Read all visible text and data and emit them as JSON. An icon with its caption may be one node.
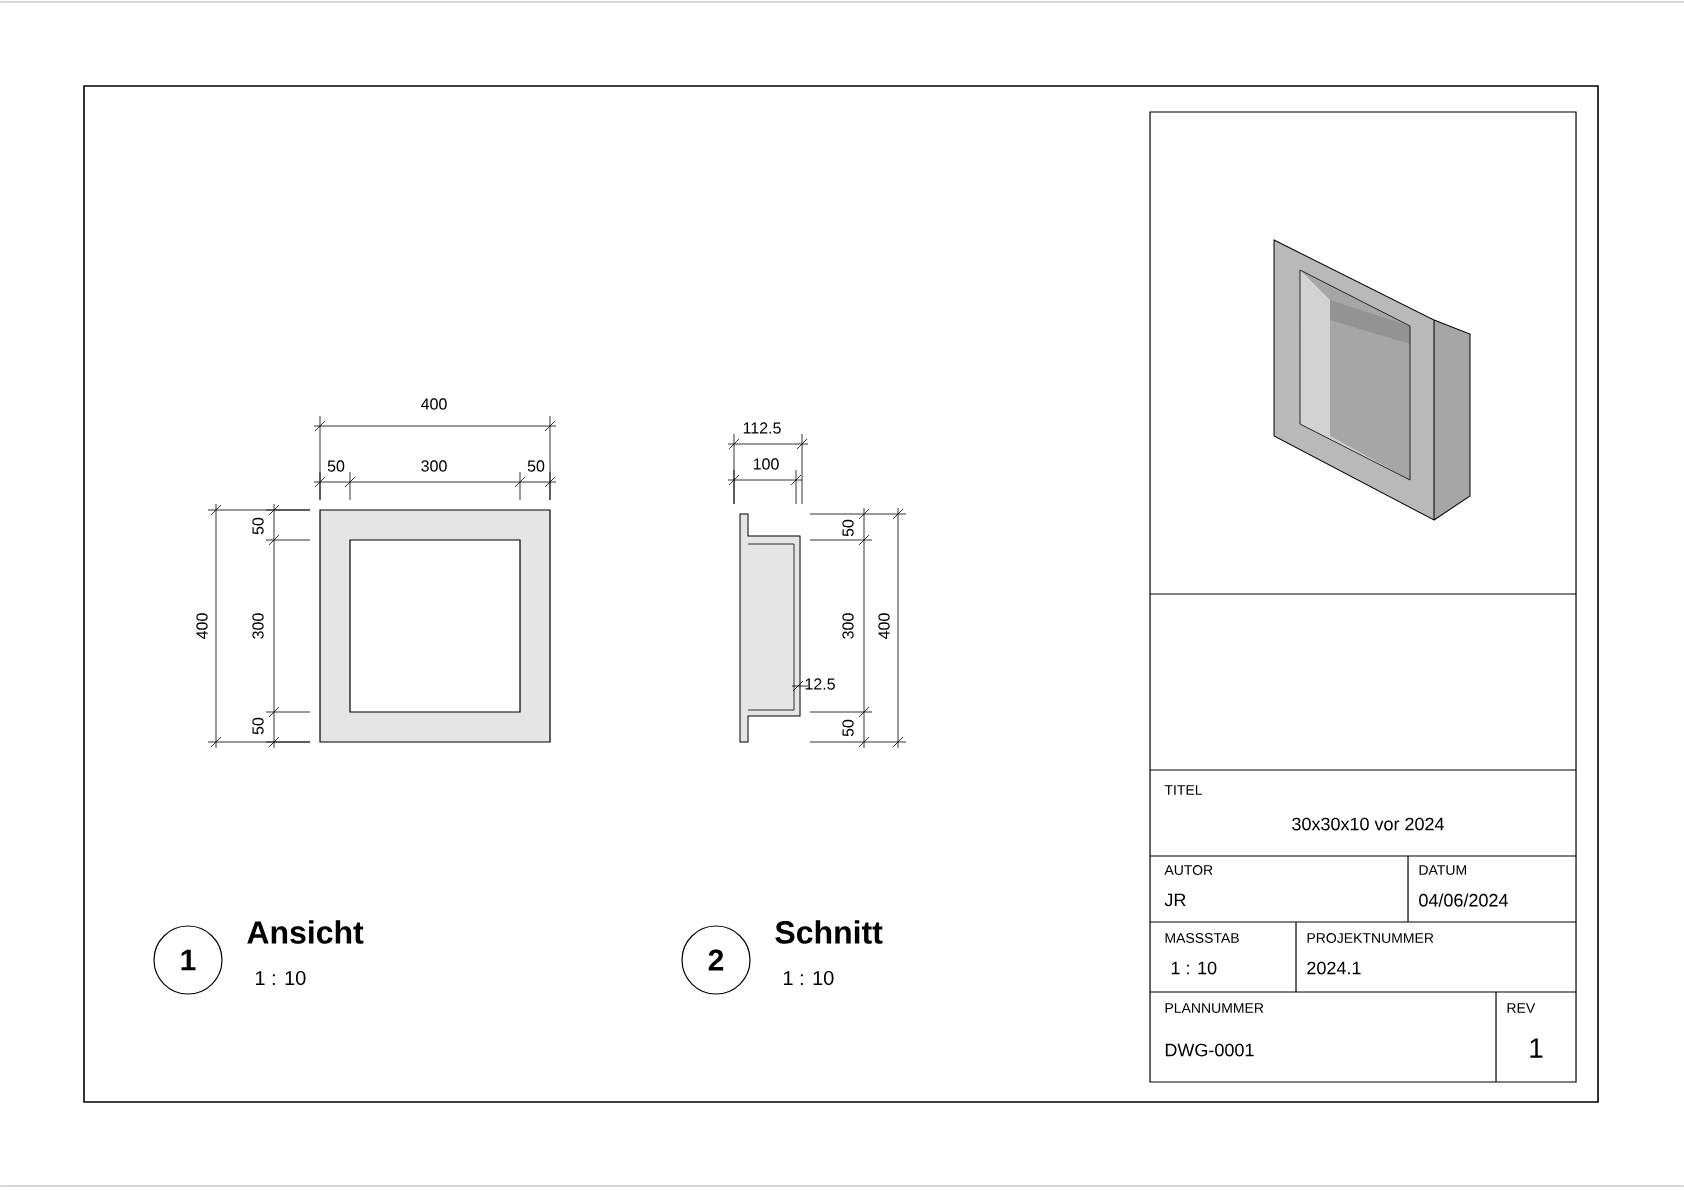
{
  "diagram": {
    "nodes": [
      {
        "text": [
          "1"
        ],
        "beside": [
          "Ansicht",
          "1 : 10"
        ]
      },
      {
        "text": [
          "2"
        ],
        "beside": [
          "Schnitt",
          "1 : 10"
        ]
      }
    ],
    "labels": [
      "400",
      "50",
      "300",
      "50",
      "400",
      "50",
      "300",
      "50",
      "112.5",
      "100",
      "50",
      "300",
      "400",
      "12.5",
      "50",
      "TITEL",
      "30x30x10 vor 2024",
      "AUTOR",
      "DATUM",
      "JR",
      "04/06/2024",
      "MASSSTAB",
      "PROJEKTNUMMER",
      "1 : 10",
      "2024.1",
      "PLANNUMMER",
      "REV",
      "DWG-0001",
      "1"
    ]
  }
}
